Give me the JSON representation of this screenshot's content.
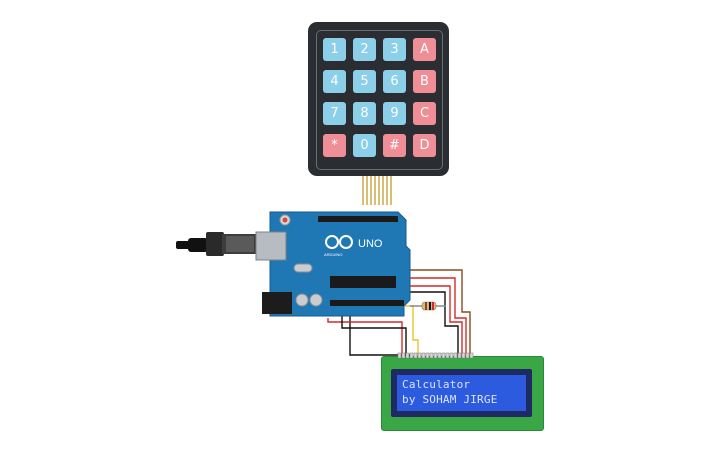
{
  "keypad": {
    "rows": [
      [
        {
          "label": "1",
          "color": "blue"
        },
        {
          "label": "2",
          "color": "blue"
        },
        {
          "label": "3",
          "color": "blue"
        },
        {
          "label": "A",
          "color": "red"
        }
      ],
      [
        {
          "label": "4",
          "color": "blue"
        },
        {
          "label": "5",
          "color": "blue"
        },
        {
          "label": "6",
          "color": "blue"
        },
        {
          "label": "B",
          "color": "red"
        }
      ],
      [
        {
          "label": "7",
          "color": "blue"
        },
        {
          "label": "8",
          "color": "blue"
        },
        {
          "label": "9",
          "color": "blue"
        },
        {
          "label": "C",
          "color": "red"
        }
      ],
      [
        {
          "label": "*",
          "color": "red"
        },
        {
          "label": "0",
          "color": "blue"
        },
        {
          "label": "#",
          "color": "red"
        },
        {
          "label": "D",
          "color": "red"
        }
      ]
    ]
  },
  "arduino": {
    "model_label": "UNO",
    "brand_label": "ARDUINO",
    "board_color": "#1f77b4"
  },
  "lcd": {
    "line1": "Calculator",
    "line2": "by SOHAM JIRGE"
  },
  "colors": {
    "key_blue": "#8ccfe8",
    "key_red": "#ef8e96",
    "lcd_board": "#3aa746",
    "lcd_screen": "#2d5be0"
  }
}
